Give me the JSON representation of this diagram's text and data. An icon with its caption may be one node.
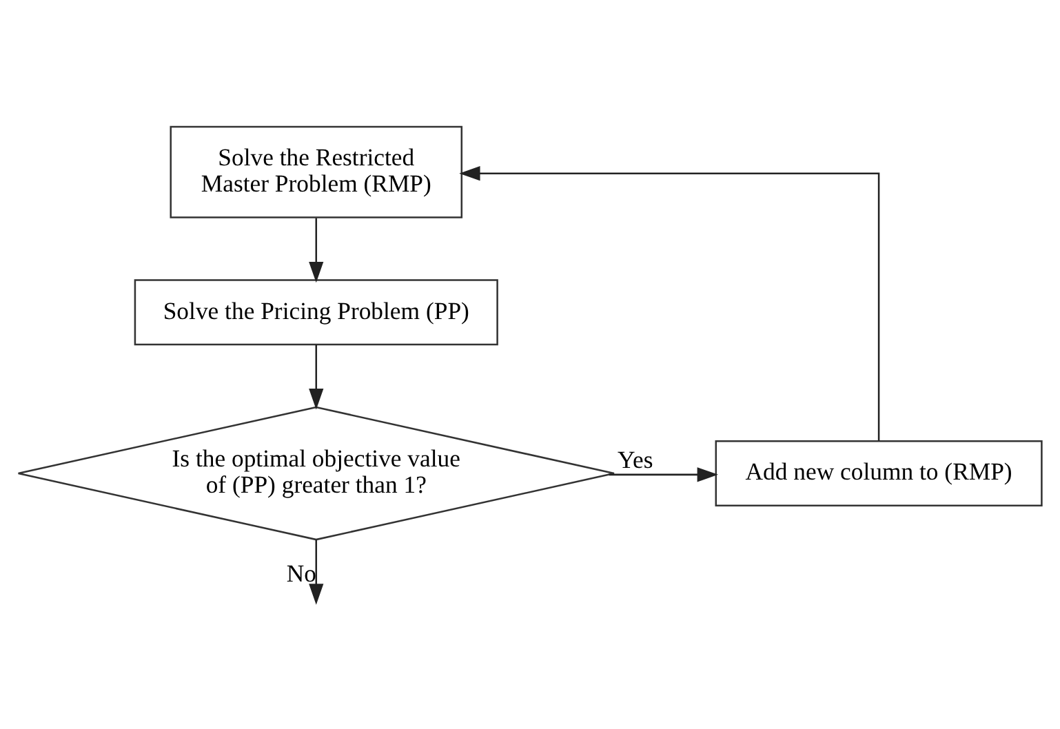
{
  "diagram": {
    "nodes": [
      {
        "text": [
          "Solve the Restricted Master Problem (RMP)"
        ]
      },
      {
        "text": [
          "Solve the Pricing Problem (PP)"
        ]
      },
      {
        "text": [
          "Is the optimal objective value of (PP) greater than 1?"
        ]
      },
      {
        "text": [
          "Add new column to (RMP)"
        ]
      }
    ],
    "edges": [
      {
        "from": 0,
        "to": 1,
        "arrow": "to"
      },
      {
        "from": 1,
        "to": 2,
        "arrow": "to"
      },
      {
        "from": 2,
        "to": 3,
        "arrow": "to",
        "label": "Yes"
      },
      {
        "from": 3,
        "to": 0,
        "arrow": "to"
      },
      {
        "from": 2,
        "to": null,
        "arrow": "to",
        "label": "No"
      }
    ]
  }
}
